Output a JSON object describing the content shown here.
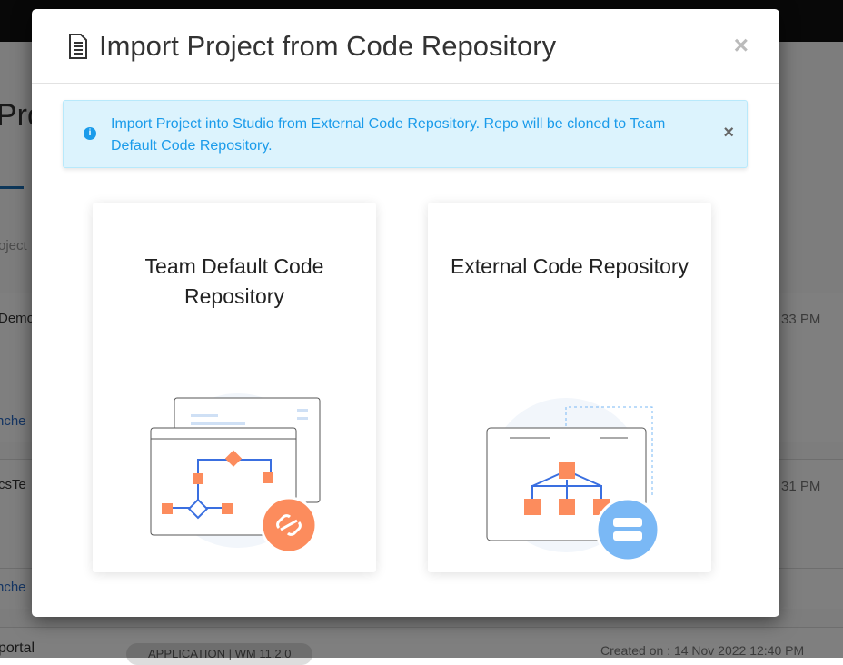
{
  "background": {
    "page_title": "Pro",
    "search_placeholder": "oject",
    "projects": [
      {
        "name": "Demo",
        "time": "33 PM",
        "link": "nche"
      },
      {
        "name": "csTe",
        "time": "31 PM",
        "link": "nche"
      },
      {
        "name": "portal",
        "badge": "APPLICATION | WM 11.2.0",
        "created": "Created on : 14 Nov 2022 12:40 PM"
      }
    ]
  },
  "modal": {
    "title": "Import Project from Code Repository",
    "title_icon": "document-icon",
    "close": "×",
    "alert": {
      "icon": "info-icon",
      "text": "Import Project into Studio from External Code Repository. Repo will be cloned to Team Default Code Repository.",
      "close": "×"
    },
    "options": [
      {
        "label": "Team Default Code Repository",
        "icon": "link-icon",
        "accent": "#fc8c5d"
      },
      {
        "label": "External Code Repository",
        "icon": "server-icon",
        "accent": "#7ab8f5"
      }
    ]
  }
}
